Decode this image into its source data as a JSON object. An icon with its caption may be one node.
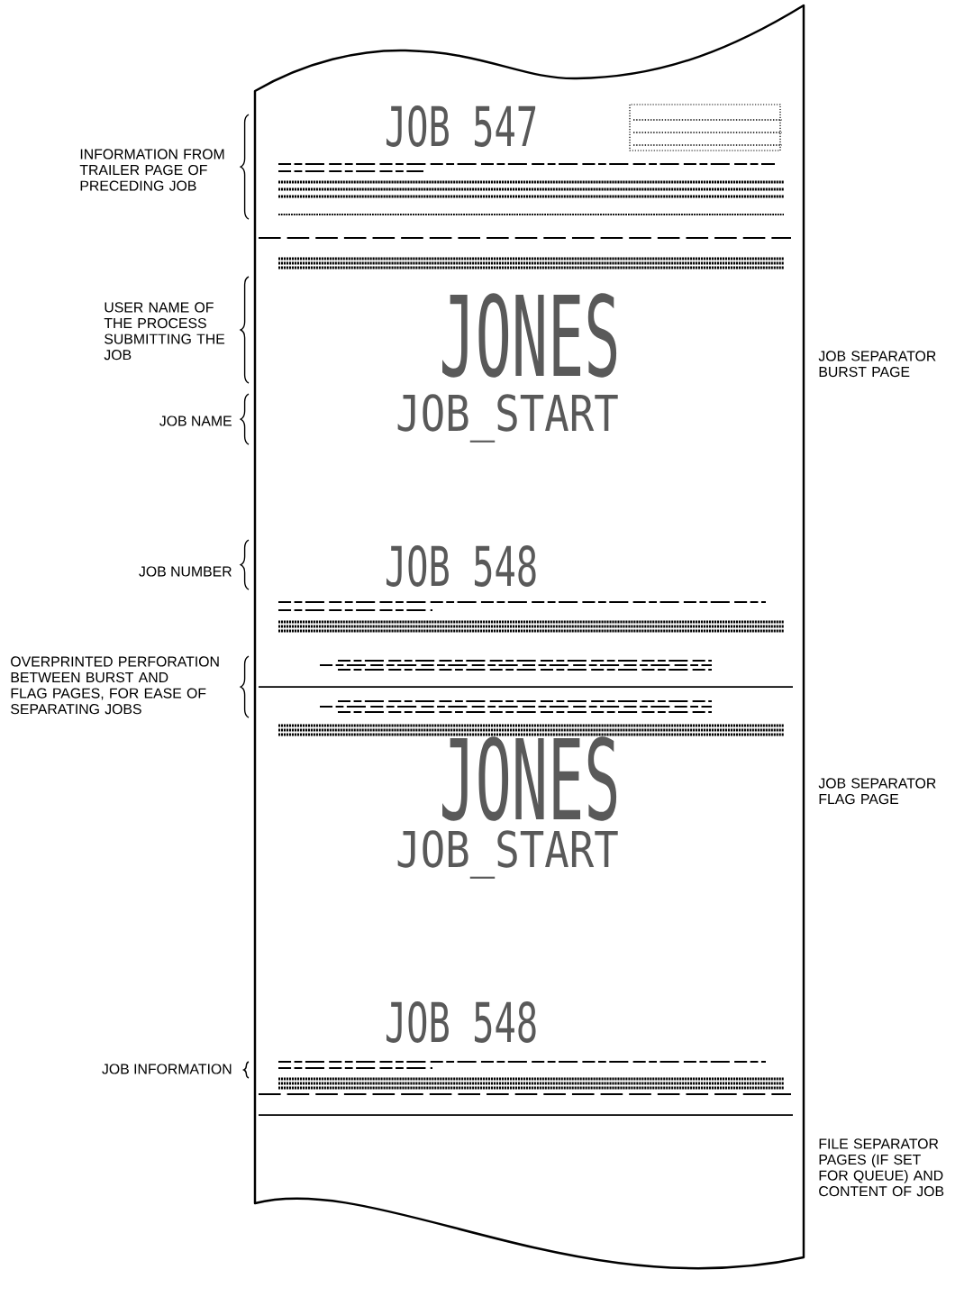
{
  "diagram": {
    "labels": [
      "INFORMATION FROM TRAILER PAGE OF PRECEDING JOB",
      "JOB 547",
      "USER NAME OF THE PROCESS SUBMITTING THE JOB",
      "JONES",
      "JOB SEPARATOR BURST PAGE",
      "JOB NAME",
      "JOB_START",
      "JOB NUMBER",
      "JOB 548",
      "OVERPRINTED PERFORATION BETWEEN BURST AND FLAG PAGES, FOR EASE OF SEPARATING JOBS",
      "JONES",
      "JOB SEPARATOR FLAG PAGE",
      "JOB_START",
      "JOB 548",
      "JOB INFORMATION",
      "FILE SEPARATOR PAGES (IF SET FOR QUEUE) AND CONTENT OF JOB"
    ]
  }
}
